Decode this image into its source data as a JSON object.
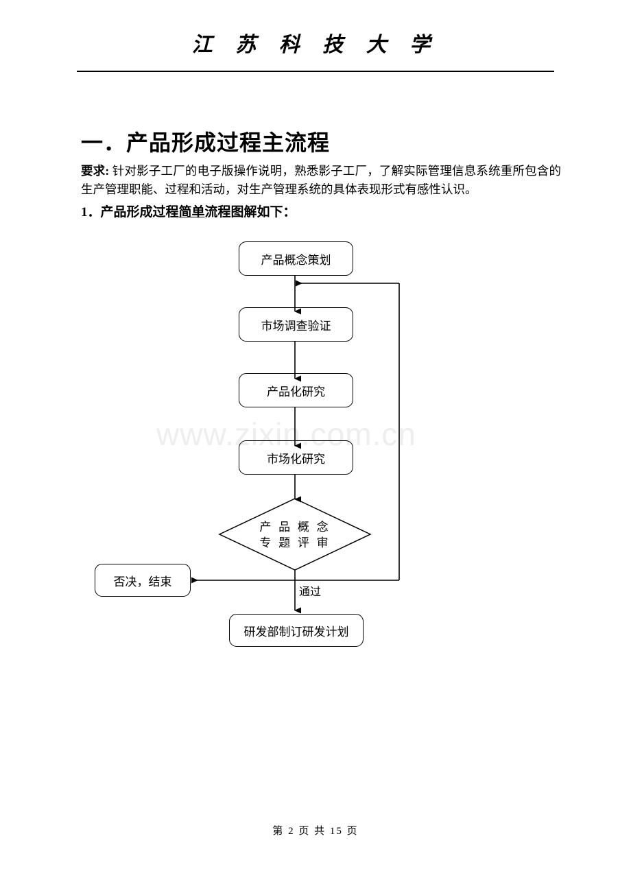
{
  "header": {
    "university_name": "江 苏 科 技 大 学"
  },
  "content": {
    "section_title": "一．产品形成过程主流程",
    "requirement_label": "要求:",
    "requirement_text": " 针对影子工厂的电子版操作说明，熟悉影子工厂，了解实际管理信息系统重所包含的生产管理职能、过程和活动，对生产管理系统的具体表现形式有感性认识。",
    "item_number": "1．产品形成过程",
    "item_underlined": "简单",
    "item_rest": "流程图解如下："
  },
  "watermark": {
    "text": "www.zixin.com.cn"
  },
  "flowchart": {
    "nodes": [
      {
        "id": "n1",
        "label": "产品概念策划",
        "shape": "rounded-rect"
      },
      {
        "id": "n2",
        "label": "市场调查验证",
        "shape": "rounded-rect"
      },
      {
        "id": "n3",
        "label": "产品化研究",
        "shape": "rounded-rect"
      },
      {
        "id": "n4",
        "label": "市场化研究",
        "shape": "rounded-rect"
      },
      {
        "id": "n5",
        "label_line1": "产 品 概 念",
        "label_line2": "专 题 评 审",
        "shape": "diamond"
      },
      {
        "id": "n6",
        "label": "否决，结束",
        "shape": "rounded-rect"
      },
      {
        "id": "n7",
        "label": "研发部制订研发计划",
        "shape": "rounded-rect"
      }
    ],
    "edge_labels": {
      "pass": "通过"
    }
  },
  "footer": {
    "page_text": "第 2 页 共 15 页"
  }
}
